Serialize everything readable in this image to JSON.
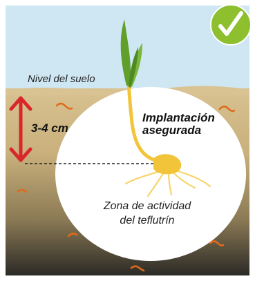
{
  "labels": {
    "ground_level": "Nivel del suelo",
    "depth": "3-4 cm",
    "implantation_line1": "Implantación",
    "implantation_line2": "asegurada",
    "zone_line1": "Zona de actividad",
    "zone_line2": "del teflutrín"
  },
  "icons": {
    "badge": "checkmark-icon",
    "arrow": "double-arrow-icon",
    "seed": "seed-icon",
    "plant": "seedling-icon",
    "insects": "wireworm-icon"
  },
  "colors": {
    "sky": "#cfe6f3",
    "soil_top": "#d7c08f",
    "soil_bottom": "#2b2a26",
    "zone": "#ffffff",
    "arrow": "#d8262b",
    "badge": "#8dbf2e",
    "leaf": "#6cae2d",
    "root": "#f5c53a",
    "insect": "#e06a1c"
  }
}
